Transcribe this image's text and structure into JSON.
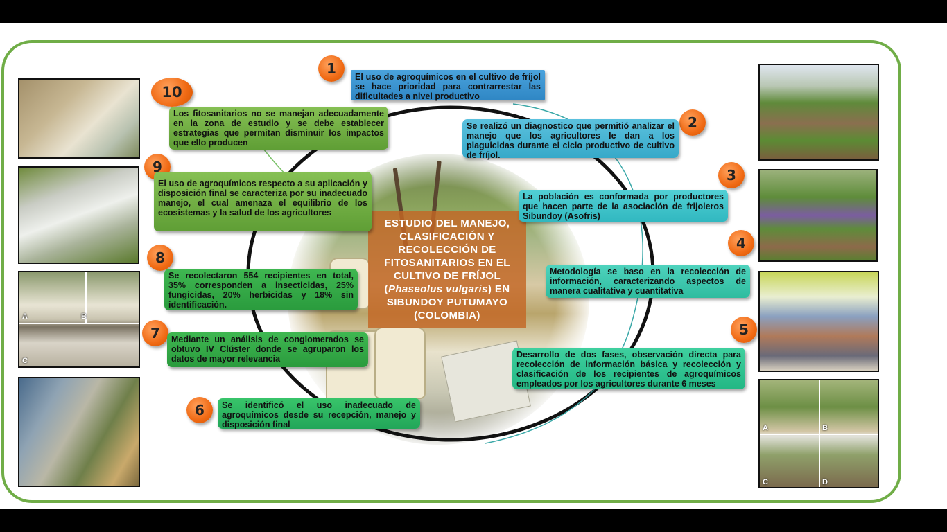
{
  "title": {
    "line1": "ESTUDIO DEL MANEJO,",
    "line2": "CLASIFICACIÓN Y",
    "line3": "RECOLECCIÓN DE",
    "line4": "FITOSANITARIOS EN EL",
    "line5": "CULTIVO DE FRÍJOL",
    "line6_open": "(",
    "line6_sci": "Phaseolus vulgaris",
    "line6_close": ") EN",
    "line7": "SIBUNDOY PUTUMAYO",
    "line8": "(COLOMBIA)"
  },
  "steps": [
    {
      "number": "1",
      "text": "El uso de agroquímicos en el cultivo de fríjol se hace prioridad para contrarrestar las dificultades a nivel productivo"
    },
    {
      "number": "2",
      "text": "Se realizó un diagnostico que permitió analizar el manejo que los agricultores le dan a los plaguicidas durante el ciclo productivo de cultivo de fríjol."
    },
    {
      "number": "3",
      "text": "La población es conformada por productores que hacen parte de la asociación de frijoleros Sibundoy (Asofris)"
    },
    {
      "number": "4",
      "text": "Metodología se baso en la recolección de información, caracterizando aspectos de manera cualitativa y cuantitativa"
    },
    {
      "number": "5",
      "text": "Desarrollo de dos fases, observación directa para recolección de información básica y recolección y clasificación de los recipientes de agroquímicos empleados por los agricultores durante 6 meses"
    },
    {
      "number": "6",
      "text": "Se identificó el uso inadecuado de agroquímicos desde su recepción, manejo y disposición final"
    },
    {
      "number": "7",
      "text": "Mediante un análisis de conglomerados se obtuvo IV Clúster donde se agruparon los datos de mayor relevancia"
    },
    {
      "number": "8",
      "text": "Se recolectaron 554 recipientes en total, 35% corresponden a insecticidas, 25% fungicidas, 20% herbicidas y 18% sin identificación."
    },
    {
      "number": "9",
      "text": "El uso de agroquímicos respecto a su aplicación y disposición final se caracteriza por su inadecuado manejo, el cual amenaza el equilibrio de los ecosistemas y la salud de los agricultores"
    },
    {
      "number": "10",
      "text": "Los fitosanitarios no se manejan adecuadamente en la zona de estudio y se debe establecer estrategias que permitan disminuir los impactos que ello producen"
    }
  ],
  "photo_labels": {
    "left3_a": "A",
    "left3_b": "B",
    "left3_c": "C",
    "right5_a": "A",
    "right5_b": "B",
    "right5_c": "C",
    "right5_d": "D"
  },
  "colors": {
    "frame": "#70ad47",
    "title_box": "#c36724",
    "number_circle": "#f06a14"
  }
}
